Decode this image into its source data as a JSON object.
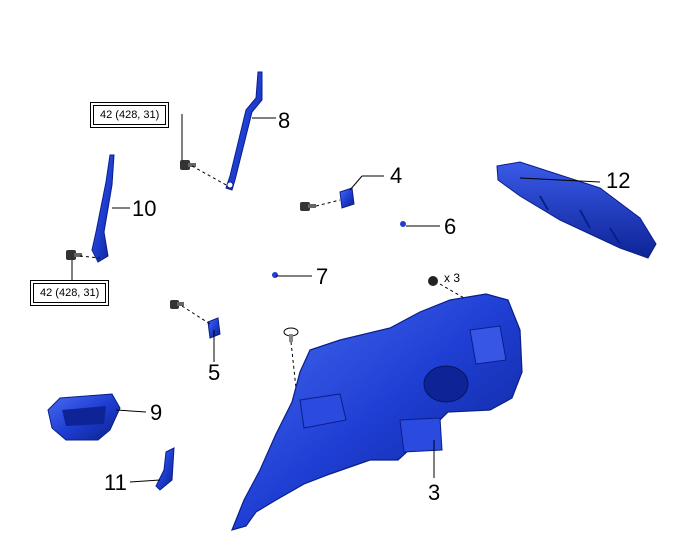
{
  "callouts": {
    "c3": "3",
    "c4": "4",
    "c5": "5",
    "c6": "6",
    "c7": "7",
    "c8": "8",
    "c9": "9",
    "c10": "10",
    "c11": "11",
    "c12": "12"
  },
  "torque_specs": {
    "upper": "42 (428, 31)",
    "lower": "42 (428, 31)"
  },
  "quantity_note": "x 3",
  "colors": {
    "part_fill": "#1f3fd4",
    "part_dark": "#0a1f8a",
    "part_light": "#4a6cf0",
    "leader": "#000000"
  }
}
